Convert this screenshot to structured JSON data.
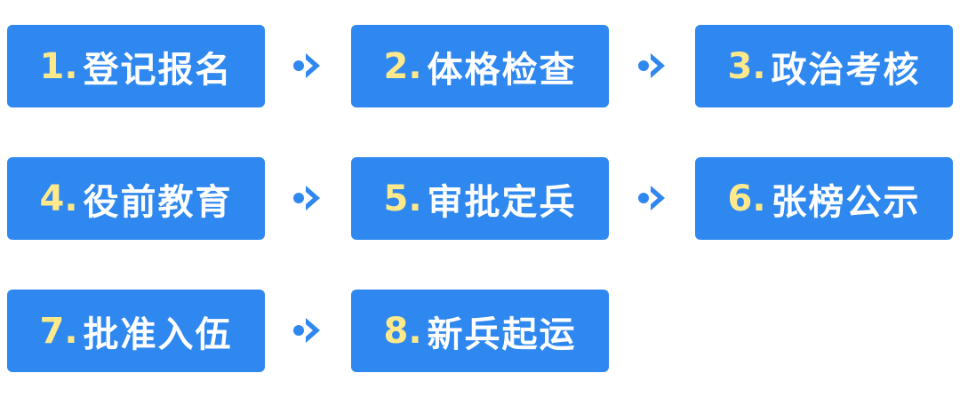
{
  "accent_color": "#2f88f0",
  "number_color": "#ffe98a",
  "arrow_icon": "chevron-right-arrow-icon",
  "steps": [
    {
      "num": "1.",
      "label": "登记报名"
    },
    {
      "num": "2.",
      "label": "体格检查"
    },
    {
      "num": "3.",
      "label": "政治考核"
    },
    {
      "num": "4.",
      "label": "役前教育"
    },
    {
      "num": "5.",
      "label": "审批定兵"
    },
    {
      "num": "6.",
      "label": "张榜公示"
    },
    {
      "num": "7.",
      "label": "批准入伍"
    },
    {
      "num": "8.",
      "label": "新兵起运"
    }
  ]
}
